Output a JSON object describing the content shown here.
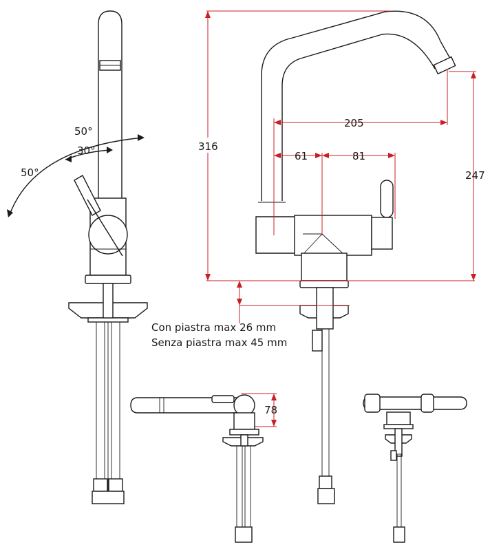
{
  "dimensions": {
    "height_total": "316",
    "spout_reach": "205",
    "body_left": "61",
    "body_right": "81",
    "spout_height": "247",
    "top_view_depth": "78"
  },
  "angles": {
    "spout_swivel_left": "50°",
    "spout_swivel_outer": "50°",
    "lever_angle": "30°"
  },
  "notes": {
    "with_plate": "Con piastra max 26 mm",
    "without_plate": "Senza piastra max 45 mm"
  },
  "colors": {
    "dimension_lines": "#cc1f24",
    "outline": "#1a1a1a"
  }
}
